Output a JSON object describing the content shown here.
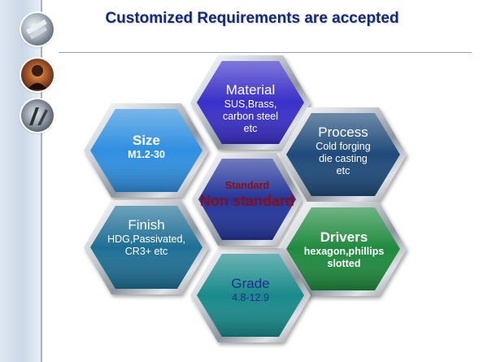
{
  "slide": {
    "title": "Customized Requirements  are accepted"
  },
  "sidebar": {
    "icons": [
      "hardware-photo-icon",
      "person-photo-icon",
      "machinery-photo-icon"
    ]
  },
  "hexes": {
    "material": {
      "title": "Material",
      "lines": [
        "SUS,Brass,",
        "carbon steel",
        "etc"
      ],
      "color": "#3a2fc9"
    },
    "size": {
      "title": "Size",
      "lines": [
        "M1.2-30"
      ],
      "color": "#2f8fe0"
    },
    "process": {
      "title": "Process",
      "lines": [
        "Cold forging",
        "die casting",
        "etc"
      ],
      "color": "#1f4a7a"
    },
    "center": {
      "title": "Standard",
      "subtitle": "Non standard",
      "color": "#23359a",
      "text_color": "#8a0f12"
    },
    "finish": {
      "title": "Finish",
      "lines": [
        "HDG,Passivated,",
        "CR3+  etc"
      ],
      "color": "#1f6f95"
    },
    "drivers": {
      "title": "Drivers",
      "lines": [
        "hexagon,phillips",
        "slotted"
      ],
      "color": "#1f8a3e"
    },
    "grade": {
      "title": "Grade",
      "lines": [
        "4.8-12.9"
      ],
      "color": "#1a8a8a",
      "text_color": "#1e2f8f"
    }
  }
}
